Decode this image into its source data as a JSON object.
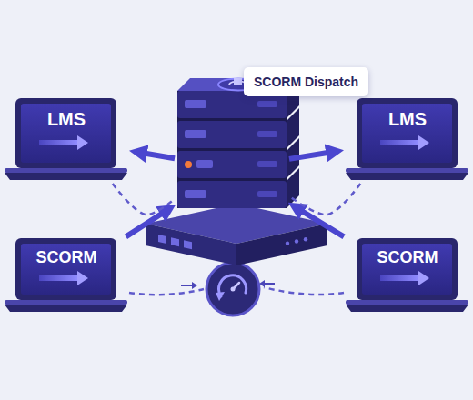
{
  "diagram": {
    "nodes": [
      {
        "text": [
          "SCORM Dispatch"
        ]
      },
      {
        "text": [
          "LMS"
        ]
      },
      {
        "text": [
          "LMS"
        ]
      },
      {
        "text": [
          "SCORM"
        ]
      },
      {
        "text": [
          "SCORM"
        ]
      }
    ],
    "edges": [
      {
        "from": 0,
        "to": 1,
        "arrow": "to"
      },
      {
        "from": 0,
        "to": 2,
        "arrow": "to"
      },
      {
        "from": 3,
        "to": 0,
        "arrow": "to"
      },
      {
        "from": 4,
        "to": 0,
        "arrow": "to"
      },
      {
        "from": 1,
        "to": 0,
        "arrow": "none"
      },
      {
        "from": 2,
        "to": 0,
        "arrow": "none"
      }
    ]
  }
}
